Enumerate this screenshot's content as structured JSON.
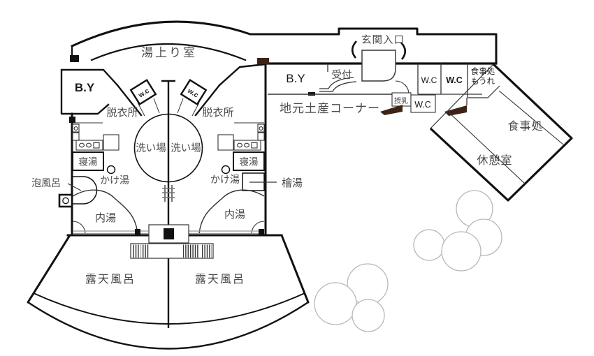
{
  "colors": {
    "wall": "#111111",
    "label_gray": "#4a4a4a",
    "label_black": "#1a1a1a",
    "door_wedge_brown": "#3d2314",
    "tree_outline": "#b8b8b8",
    "fixture_gray": "#888888"
  },
  "bath_wing": {
    "after_bath_room": "湯上り室",
    "boiler_room": "B.Y",
    "changing_room_left": "脱衣所",
    "changing_room_right": "脱衣所",
    "toilet_left": "w.c",
    "toilet_right": "w.c",
    "washing_area_left": "洗い場",
    "washing_area_right": "洗い場",
    "lying_bath_left": "寝湯",
    "lying_bath_right": "寝湯",
    "pouring_bath_left": "かけ湯",
    "pouring_bath_right": "かけ湯",
    "bubble_bath": "泡風呂",
    "cypress_bath": "檜湯",
    "indoor_bath_left": "内湯",
    "indoor_bath_right": "内湯",
    "open_air_bath_left": "露天風呂",
    "open_air_bath_right": "露天風呂"
  },
  "entrance_wing": {
    "entrance": "玄関入口",
    "reception": "受付",
    "back_yard": "B.Y",
    "souvenir_corner": "地元土産コーナー",
    "toilet_a": "W.C",
    "toilet_b": "W.C",
    "toilet_c": "W.C",
    "nursing_room": "授乳",
    "restaurant_name_line1": "食事処",
    "restaurant_name_line2": "もうれ"
  },
  "annex_wing": {
    "dining_room": "食事処",
    "rest_room": "休憩室"
  }
}
